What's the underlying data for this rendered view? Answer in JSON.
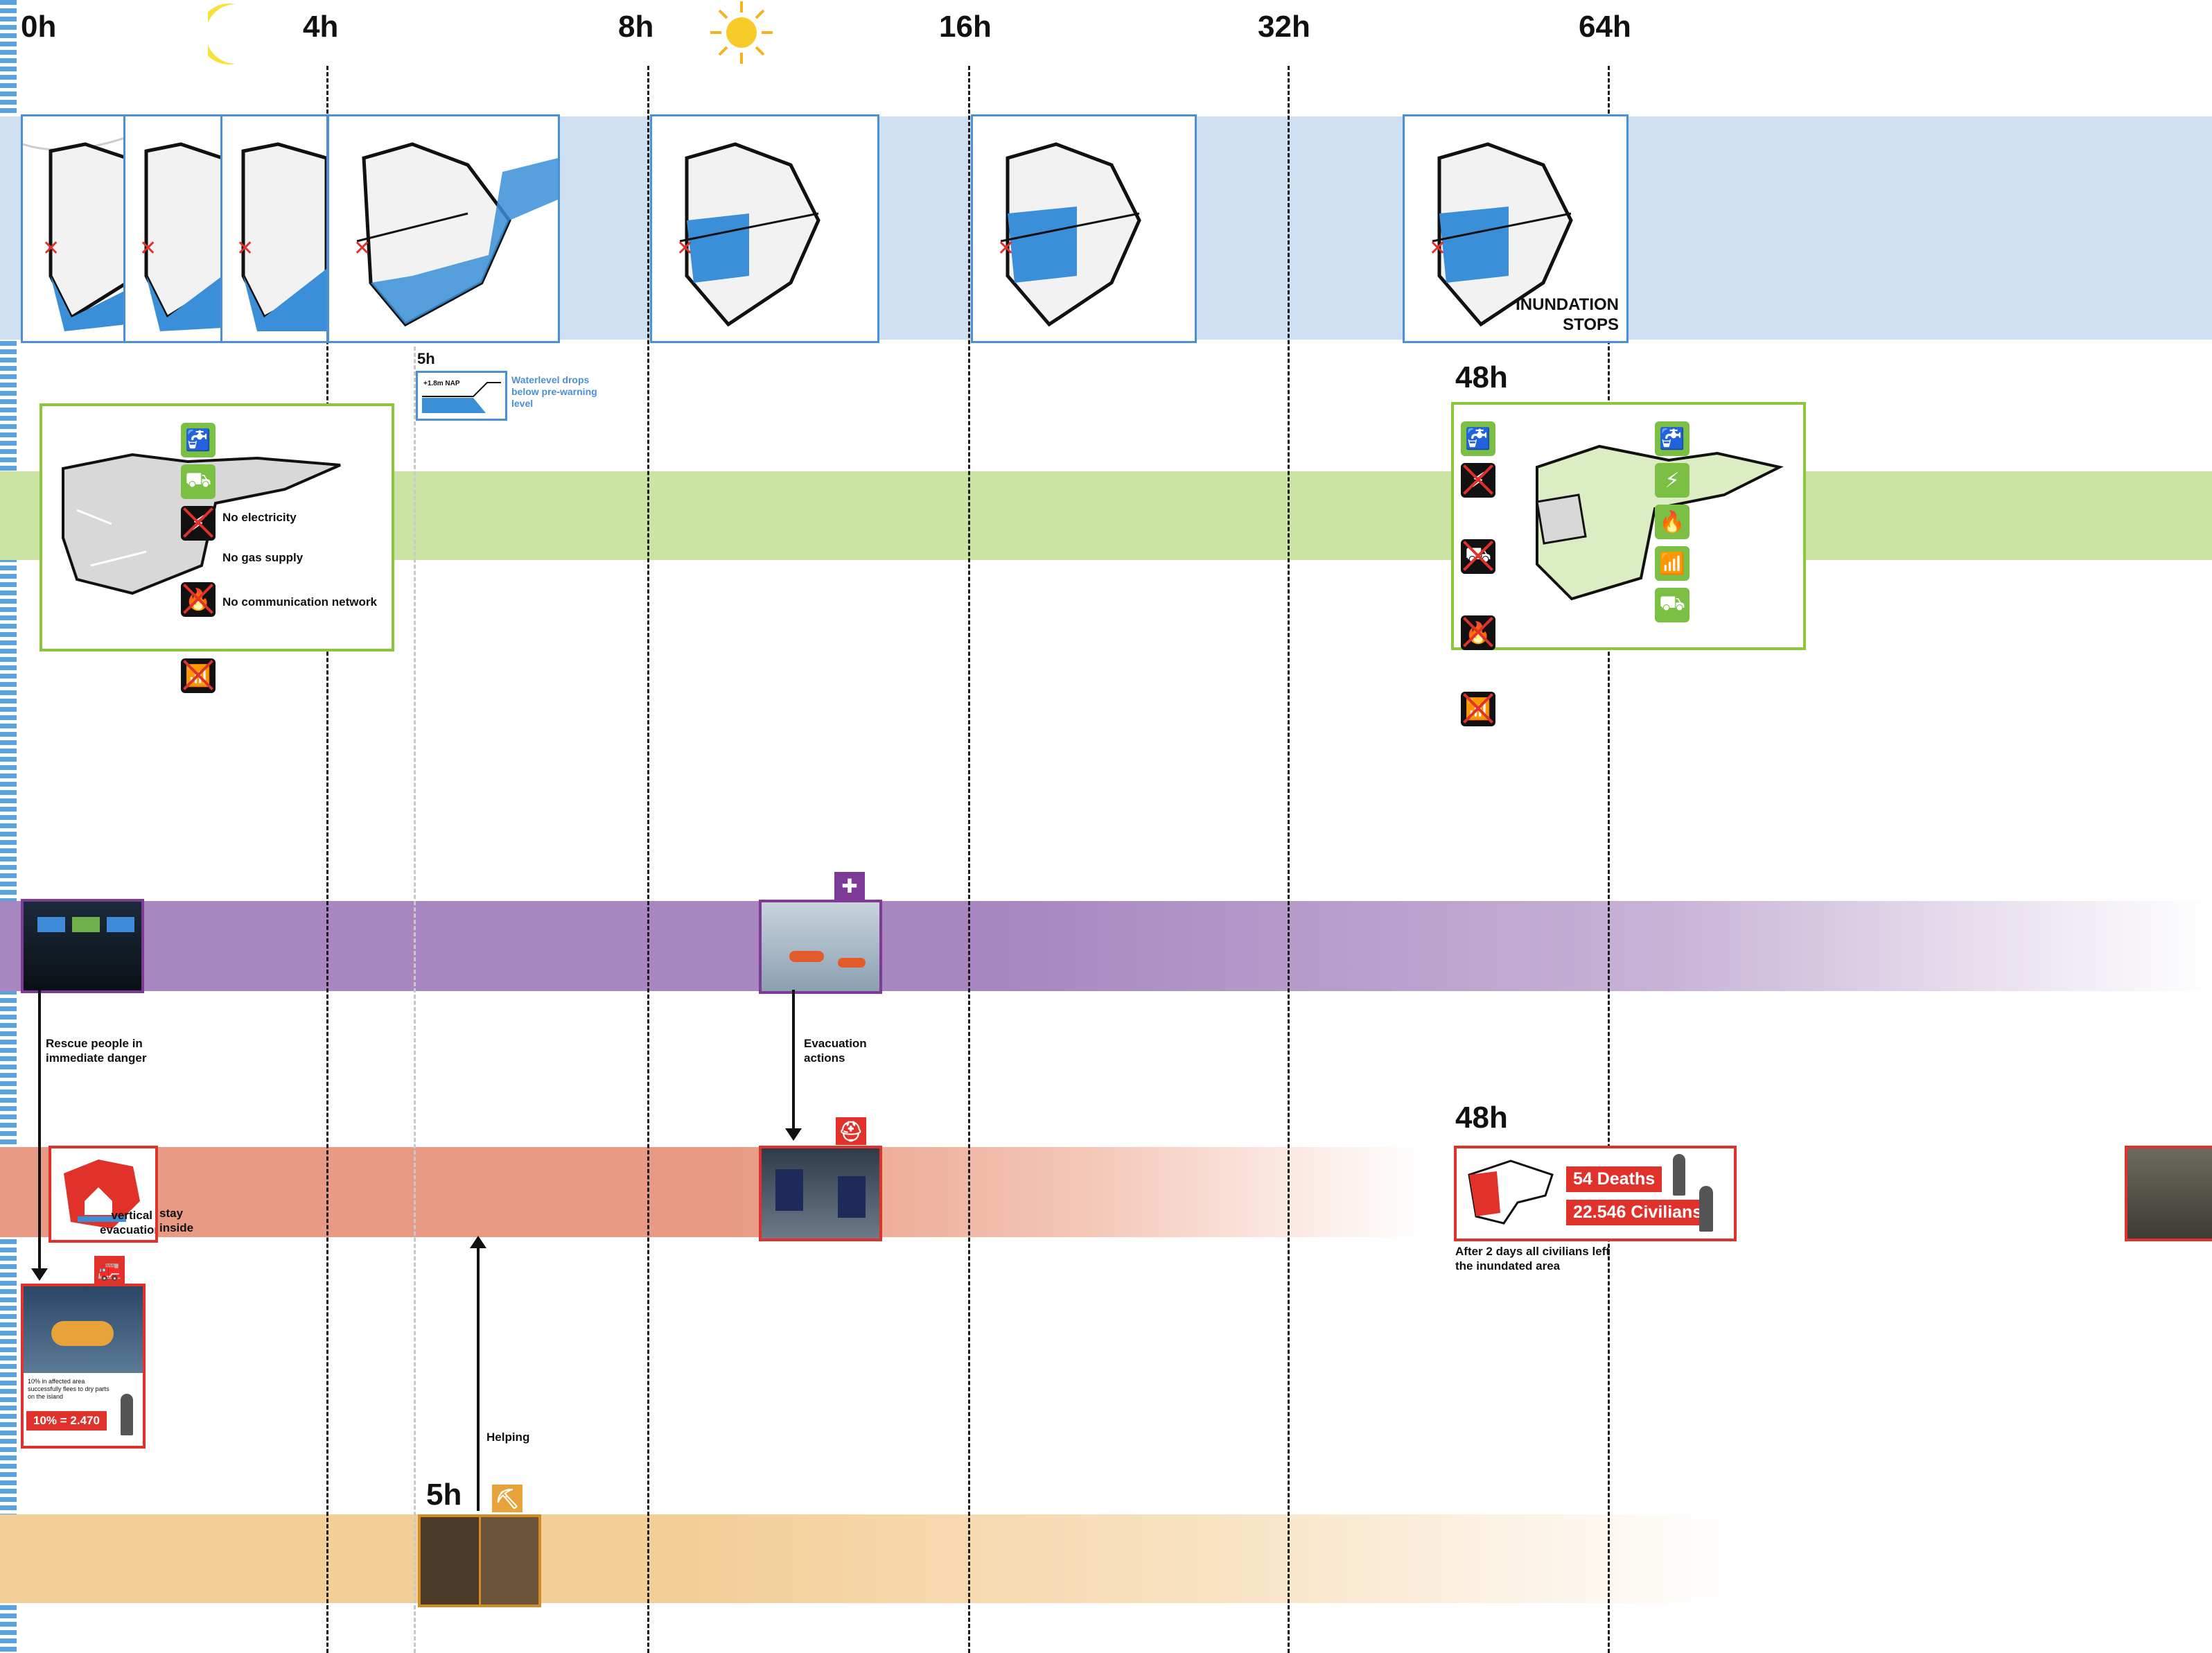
{
  "time_axis": {
    "ticks": [
      "0h",
      "4h",
      "8h",
      "16h",
      "32h",
      "64h"
    ]
  },
  "icons": {
    "moon": "moon-icon",
    "sun": "sun-icon"
  },
  "flood_row": {
    "inundation_label": "INUNDATION\nSTOPS",
    "label_5h": "5h",
    "legend_nap": "+1.8m NAP",
    "legend_text": "Waterlevel drops below pre-warning level"
  },
  "utilities_row": {
    "left_panel": {
      "items": [
        "No electricity",
        "No gas supply",
        "No communication network"
      ]
    },
    "right_panel_label": "48h"
  },
  "rescue_row": {
    "arrow_left_text": "Rescue people in immediate danger",
    "arrow_mid_text": "Evacuation actions"
  },
  "evacuation_row": {
    "vertical_evacuation": "vertical evacuation",
    "stay_inside": "stay inside",
    "label_48h": "48h",
    "deaths": "54 Deaths",
    "civilians": "22.546 Civilians",
    "civilians_note": "After 2 days all civilians left the inundated area",
    "small_note": "10% in affected area successfully flees to dry parts on the island",
    "pct_tag": "10% = 2.470"
  },
  "volunteer_row": {
    "label_5h": "5h",
    "helping": "Helping"
  },
  "colors": {
    "water_blue": "#4a90d6",
    "band_blue": "#cfe0f2",
    "band_green": "#cbe3a3",
    "band_purple": "#a886bf",
    "band_red": "#e89a84",
    "band_orange": "#f3cf98",
    "accent_red": "#e0312b",
    "accent_green": "#7cbf45",
    "accent_purple": "#7d3a96",
    "accent_orange": "#e8a23a"
  }
}
